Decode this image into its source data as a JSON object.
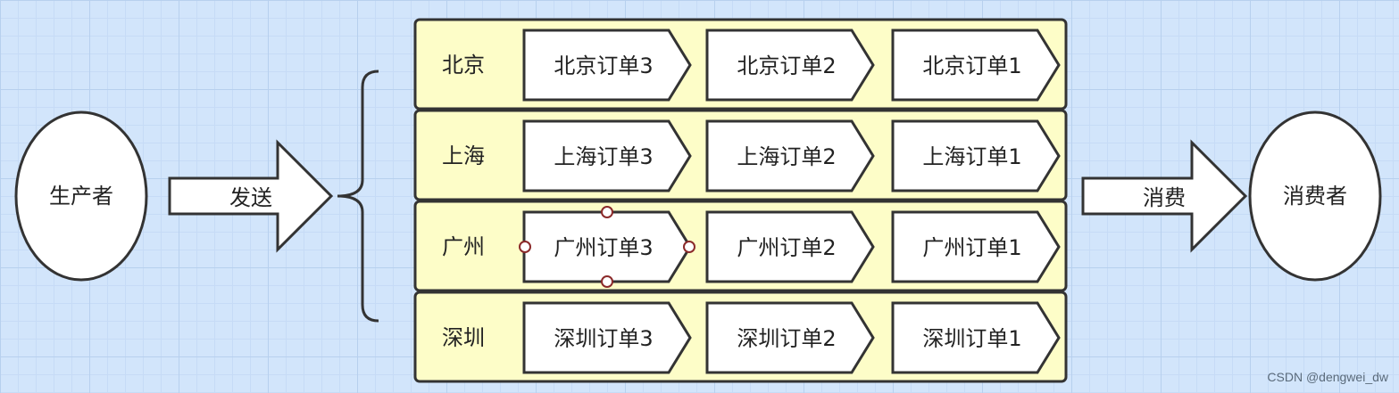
{
  "producer": {
    "label": "生产者"
  },
  "send_arrow": {
    "label": "发送"
  },
  "queues": [
    {
      "name": "北京",
      "orders": [
        "北京订单3",
        "北京订单2",
        "北京订单1"
      ]
    },
    {
      "name": "上海",
      "orders": [
        "上海订单3",
        "上海订单2",
        "上海订单1"
      ]
    },
    {
      "name": "广州",
      "orders": [
        "广州订单3",
        "广州订单2",
        "广州订单1"
      ]
    },
    {
      "name": "深圳",
      "orders": [
        "深圳订单3",
        "深圳订单2",
        "深圳订单1"
      ]
    }
  ],
  "consume_arrow": {
    "label": "消费"
  },
  "consumer": {
    "label": "消费者"
  },
  "watermark": "CSDN @dengwei_dw",
  "colors": {
    "row_fill": "#fdfdc8",
    "shape_fill": "#ffffff",
    "stroke": "#333333",
    "selection_handle": "#8b2a2a"
  }
}
